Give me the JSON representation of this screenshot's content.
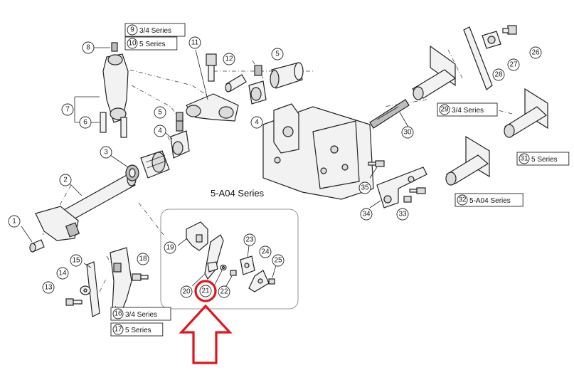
{
  "diagram": {
    "group_title": "5-A04 Series",
    "highlighted_part": "21",
    "highlight_color": "#e0161c",
    "callouts": [
      "1",
      "2",
      "3",
      "4",
      "5",
      "6",
      "7",
      "8",
      "11",
      "12",
      "13",
      "14",
      "15",
      "18",
      "19",
      "20",
      "21",
      "22",
      "23",
      "24",
      "25",
      "26",
      "27",
      "28",
      "30",
      "33",
      "34",
      "35"
    ],
    "series_labels": [
      {
        "num": "9",
        "text": "3/4 Series"
      },
      {
        "num": "10",
        "text": "5 Series"
      },
      {
        "num": "16",
        "text": "3/4 Series"
      },
      {
        "num": "17",
        "text": "5 Series"
      },
      {
        "num": "29",
        "text": "3/4 Series"
      },
      {
        "num": "31",
        "text": "5 Series"
      },
      {
        "num": "32",
        "text": "5-A04 Series"
      }
    ]
  }
}
